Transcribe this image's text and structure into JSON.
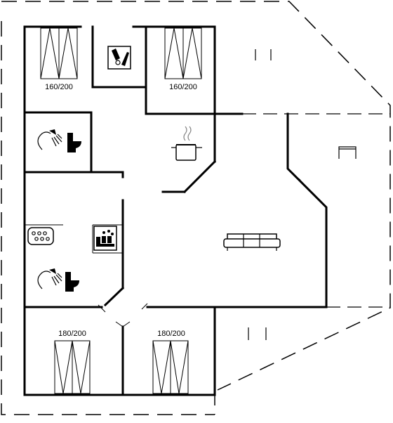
{
  "rooms": {
    "bedroom_top_left": {
      "bed_label": "160/200"
    },
    "bedroom_top_right": {
      "bed_label": "160/200"
    },
    "bedroom_bottom_left": {
      "bed_label": "180/200"
    },
    "bedroom_bottom_right": {
      "bed_label": "180/200"
    }
  },
  "icons": [
    "washing-machine-icon",
    "shower-icon",
    "toilet-icon",
    "cooking-pot-icon",
    "sofa-icon",
    "whirlpool-icon",
    "sauna-icon",
    "terrace-chairs-icon",
    "grill-icon"
  ]
}
